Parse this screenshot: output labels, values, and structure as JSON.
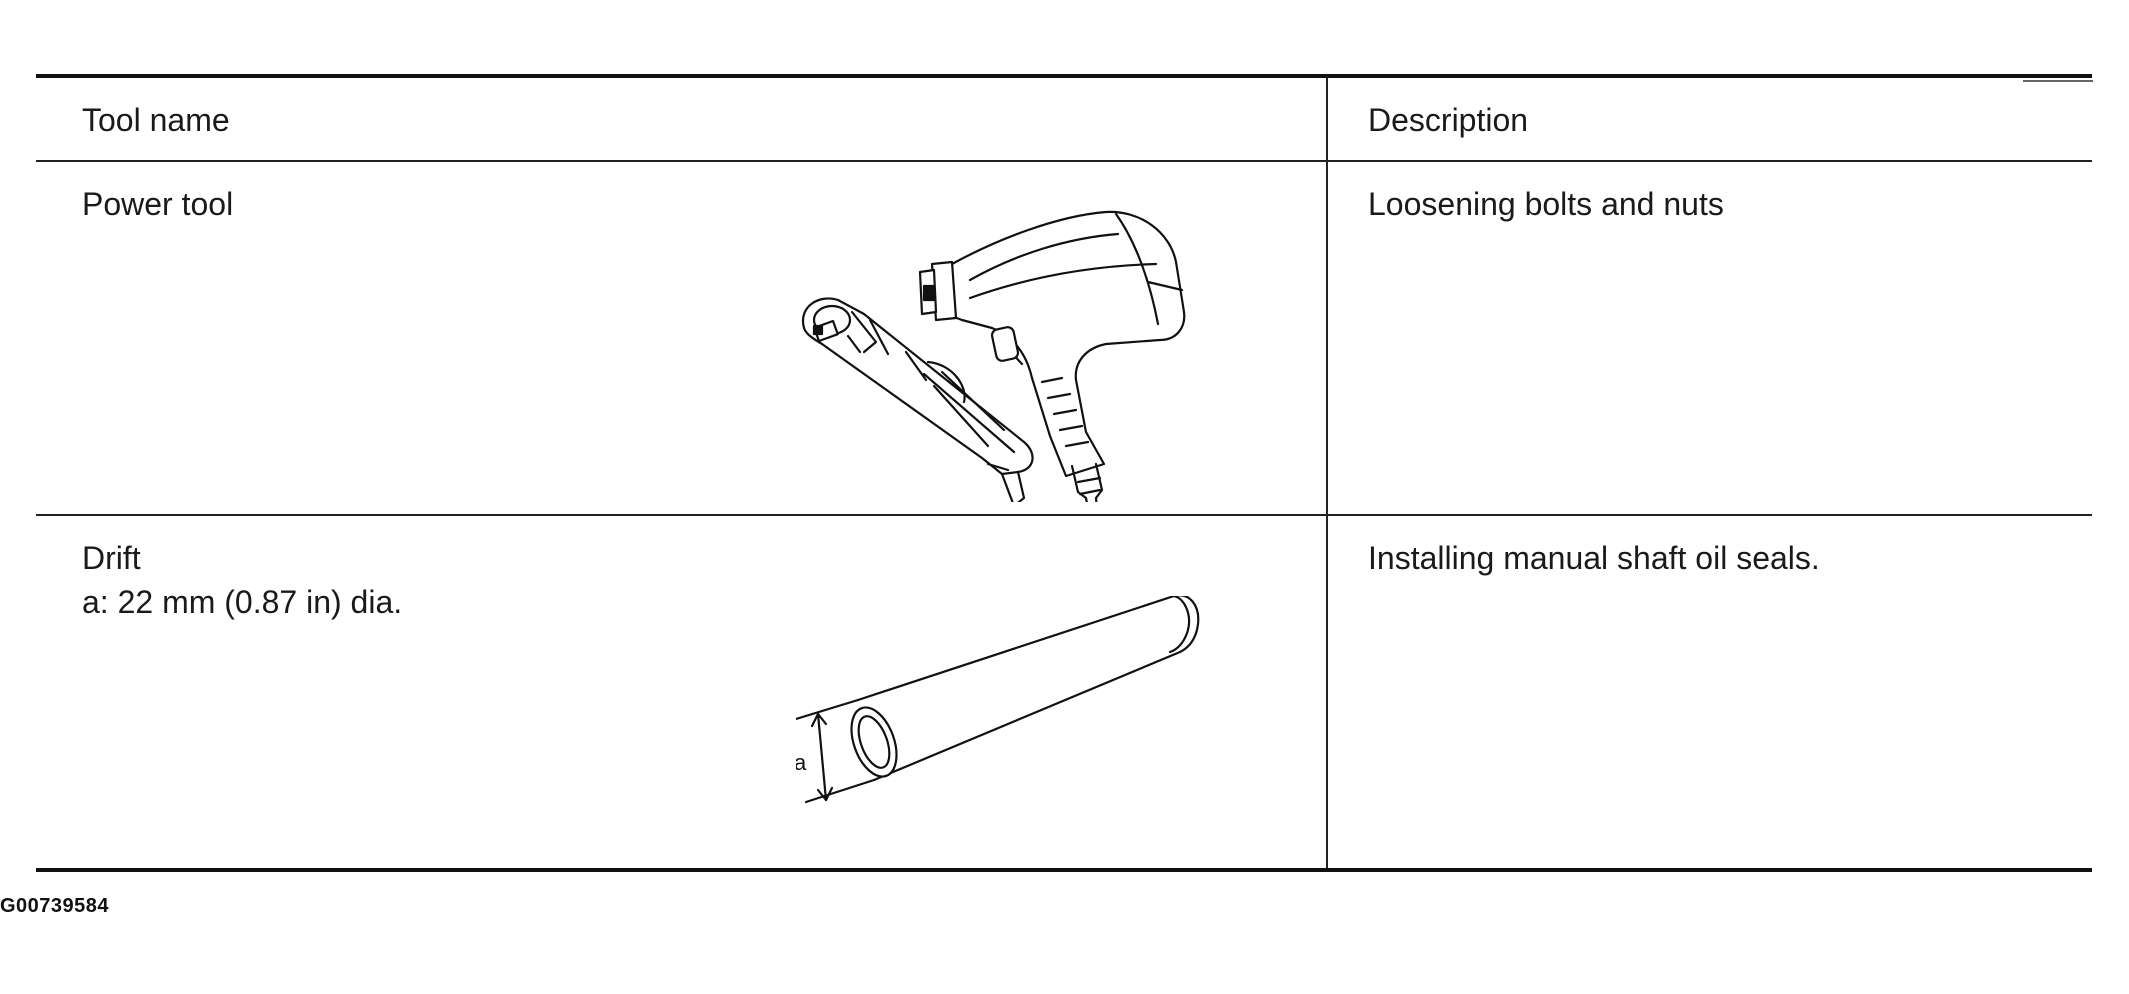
{
  "table": {
    "header": {
      "tool_name": "Tool name",
      "description": "Description"
    },
    "rows": [
      {
        "tool_name": "Power tool",
        "tool_detail": "",
        "description": "Loosening bolts and nuts",
        "icon": "power-tool-illustration"
      },
      {
        "tool_name": "Drift",
        "tool_detail": "a: 22 mm (0.87 in) dia.",
        "description": "Installing manual shaft oil seals.",
        "icon": "drift-illustration",
        "dimension_label": "a"
      }
    ]
  },
  "caption": "G00739584"
}
